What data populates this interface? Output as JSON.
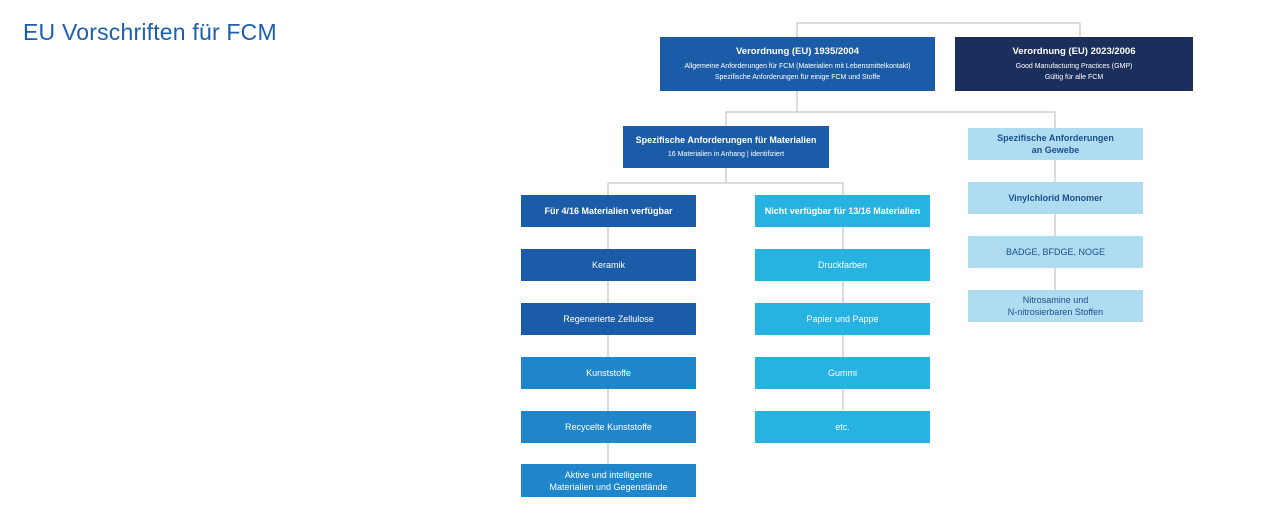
{
  "title": "EU Vorschriften für FCM",
  "nodes": {
    "reg1935": {
      "title": "Verordnung (EU) 1935/2004",
      "sub1": "Allgemeine Anforderungen für FCM (Materialien mit Lebensmittelkontakt)",
      "sub2": "Spezifische Anforderungen für einige FCM und Stoffe"
    },
    "reg2023": {
      "title": "Verordnung (EU) 2023/2006",
      "sub1": "Good Manufacturing Practices (GMP)",
      "sub2": "Gültig für alle FCM"
    },
    "specMaterials": {
      "title": "Spezifische Anforderungen für Materialien",
      "sub1": "16 Materialien in Anhang | identifiziert"
    },
    "specSubstances": {
      "line1": "Spezifische Anforderungen",
      "line2": "an Gewebe"
    },
    "available": {
      "title": "Für 4/16 Materialien verfügbar"
    },
    "notAvailable": {
      "title": "Nicht verfügbar für 13/16 Materialien"
    },
    "leftItems": [
      {
        "line1": "Keramik"
      },
      {
        "line1": "Regenerierte Zellulose"
      },
      {
        "line1": "Kunststoffe"
      },
      {
        "line1": "Recycelte Kunststoffe"
      },
      {
        "line1": "Aktive und intelligente",
        "line2": "Materialien und Gegenstände"
      }
    ],
    "middleItems": [
      {
        "line1": "Druckfarben"
      },
      {
        "line1": "Papier und Pappe"
      },
      {
        "line1": "Gummi"
      },
      {
        "line1": "etc."
      }
    ],
    "rightItems": [
      {
        "line1": "Vinylchlorid Monomer"
      },
      {
        "line1": "BADGE, BFDGE, NOGE"
      },
      {
        "line1": "Nitrosamine und",
        "line2": "N-nitrosierbaren Stoffen"
      }
    ]
  },
  "colors": {
    "royal": "#1b5ca8",
    "navy": "#1b2f5c",
    "mid": "#1f86cb",
    "cyan": "#27b3e2",
    "pale": "#afdcf1",
    "connector": "#b8b8b8",
    "title": "#1b5fae"
  }
}
